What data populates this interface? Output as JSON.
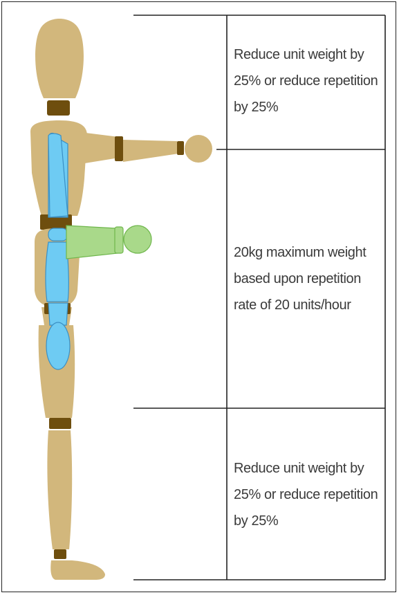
{
  "zones": [
    {
      "id": "upper",
      "text": "Reduce unit weight by 25% or reduce repetition by 25%"
    },
    {
      "id": "middle",
      "text": "20kg maximum weight based upon repetition rate of 20 units/hour"
    },
    {
      "id": "lower",
      "text": "Reduce unit weight by 25% or reduce repetition by 25%"
    }
  ],
  "colors": {
    "mannequin_body": "#d2b77c",
    "mannequin_joint": "#6e4e0e",
    "upper_zone_highlight": "#6ecbf3",
    "lower_arm_highlight": "#a9d98a",
    "lines": "#222222"
  }
}
